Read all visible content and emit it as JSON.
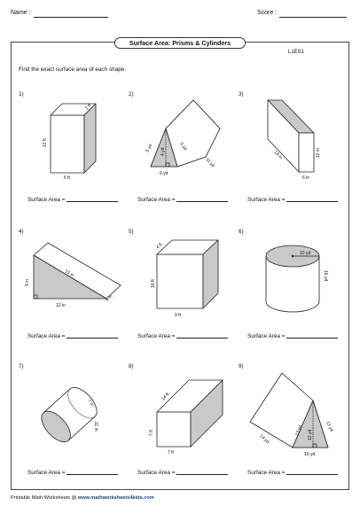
{
  "header": {
    "name_label": "Name :",
    "score_label": "Score :"
  },
  "title": "Surface Area: Prisms & Cylinders",
  "code": "L1ES1",
  "instructions": "Find the exact surface area of each shape.",
  "answer_label": "Surface Area =",
  "problems": [
    {
      "number": "1)",
      "dims": [
        "2 ft",
        "12 ft",
        "6 ft"
      ]
    },
    {
      "number": "2)",
      "dims": [
        "5 yd",
        "4 yd",
        "5 yd",
        "11 yd",
        "6 yd"
      ]
    },
    {
      "number": "3)",
      "dims": [
        "18 in",
        "12 in",
        "6 in"
      ]
    },
    {
      "number": "4)",
      "dims": [
        "9 in",
        "15 in",
        "12 in",
        "6 in"
      ]
    },
    {
      "number": "5)",
      "dims": [
        "4 ft",
        "16 ft",
        "9 ft"
      ]
    },
    {
      "number": "6)",
      "dims": [
        "10 yd",
        "16 yd"
      ]
    },
    {
      "number": "7)",
      "dims": [
        "7 in",
        "11 in"
      ]
    },
    {
      "number": "8)",
      "dims": [
        "14 ft",
        "7 ft",
        "7 ft"
      ]
    },
    {
      "number": "9)",
      "dims": [
        "14 yd",
        "13 yd",
        "12 yd",
        "13 yd",
        "10 yd"
      ]
    }
  ],
  "footer": {
    "text": "Printable Math Worksheets @ ",
    "site": "www.mathworksheets4kids.com"
  },
  "colors": {
    "shade": "#c9c9c9",
    "stroke": "#222222",
    "link": "#1e3f8a"
  }
}
